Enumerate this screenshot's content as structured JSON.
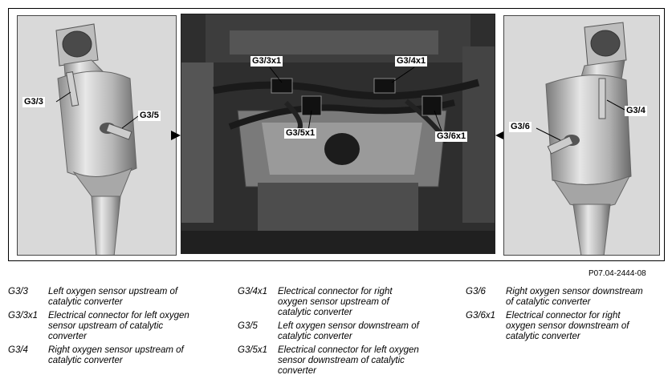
{
  "figure": {
    "code": "P07.04-2444-08",
    "callouts": {
      "g3_3": "G3/3",
      "g3_5": "G3/5",
      "g3_3x1": "G3/3x1",
      "g3_4x1": "G3/4x1",
      "g3_5x1": "G3/5x1",
      "g3_6x1": "G3/6x1",
      "g3_6": "G3/6",
      "g3_4": "G3/4"
    }
  },
  "legend": [
    [
      {
        "code": "G3/3",
        "desc": "Left oxygen sensor upstream of\ncatalytic converter"
      },
      {
        "code": "G3/3x1",
        "desc": "Electrical connector for left oxygen\nsensor upstream of catalytic\nconverter"
      },
      {
        "code": "G3/4",
        "desc": "Right oxygen sensor upstream of\ncatalytic converter"
      }
    ],
    [
      {
        "code": "G3/4x1",
        "desc": "Electrical connector for right\noxygen sensor upstream of\ncatalytic converter"
      },
      {
        "code": "G3/5",
        "desc": "Left oxygen sensor downstream of\ncatalytic converter"
      },
      {
        "code": "G3/5x1",
        "desc": "Electrical connector for left oxygen\nsensor downstream of catalytic\nconverter"
      }
    ],
    [
      {
        "code": "G3/6",
        "desc": "Right oxygen sensor downstream\nof catalytic converter"
      },
      {
        "code": "G3/6x1",
        "desc": "Electrical connector for right\noxygen sensor downstream of\ncatalytic converter"
      }
    ]
  ]
}
